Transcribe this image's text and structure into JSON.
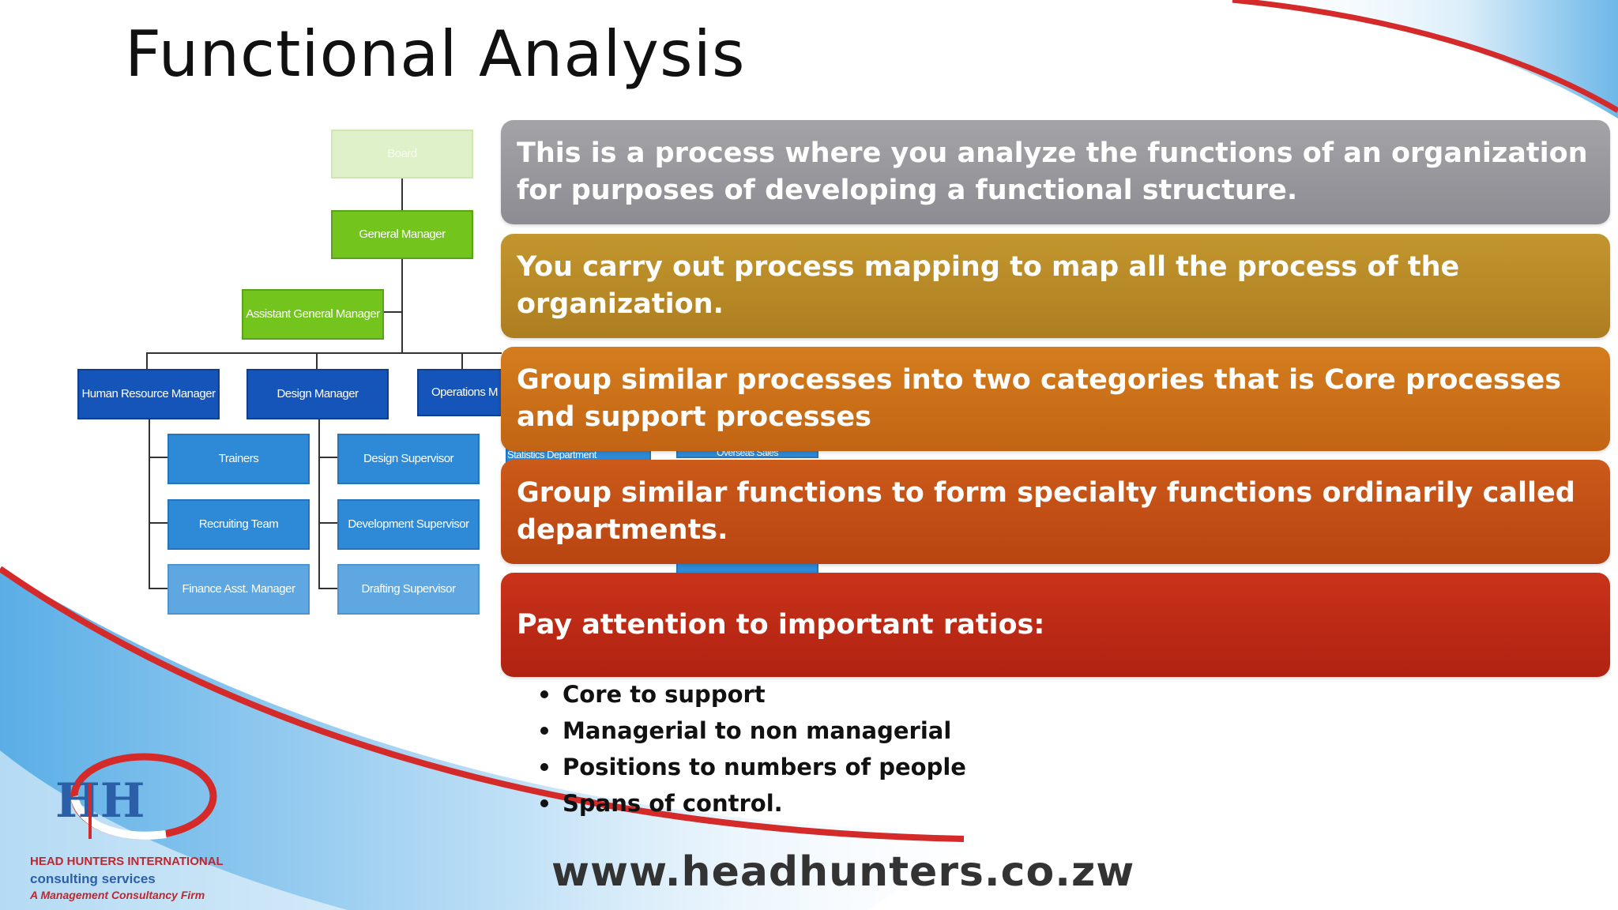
{
  "slide": {
    "title": "Functional Analysis",
    "banners": [
      "This is a process where you analyze the functions of an organization for purposes of developing a functional structure.",
      "You carry out process mapping to map all the process of the organization.",
      "Group similar processes into two categories that is Core processes and support processes",
      "Group similar functions to form specialty functions ordinarily called departments.",
      "Pay attention to important ratios:"
    ],
    "bullets": [
      "Core to support",
      "Managerial to non managerial",
      "Positions to numbers of people",
      "Spans of control."
    ],
    "url": "www.headhunters.co.zw"
  },
  "org_chart": {
    "top": "Board",
    "general_manager": "General Manager",
    "assistant_gm": "Assistant General Manager",
    "hr_manager": "Human Resource Manager",
    "design_manager": "Design Manager",
    "operations": "Operations M",
    "trainers": "Trainers",
    "recruiting": "Recruiting Team",
    "finance": "Finance Asst. Manager",
    "design_supervisor": "Design Supervisor",
    "development_supervisor": "Development Supervisor",
    "drafting_supervisor": "Drafting Supervisor",
    "statistics": "Statistics Department",
    "overseas": "Overseas Sales"
  },
  "logo": {
    "name": "HEAD HUNTERS INTERNATIONAL",
    "sub1": "consulting services",
    "sub2": "A Management Consultancy Firm",
    "letters": "HH"
  },
  "colors": {
    "swoosh_red": "#d42a2a",
    "swoosh_blue": "#7fc0ea",
    "org_green": "#73c41d",
    "org_blue": "#1554b8"
  }
}
